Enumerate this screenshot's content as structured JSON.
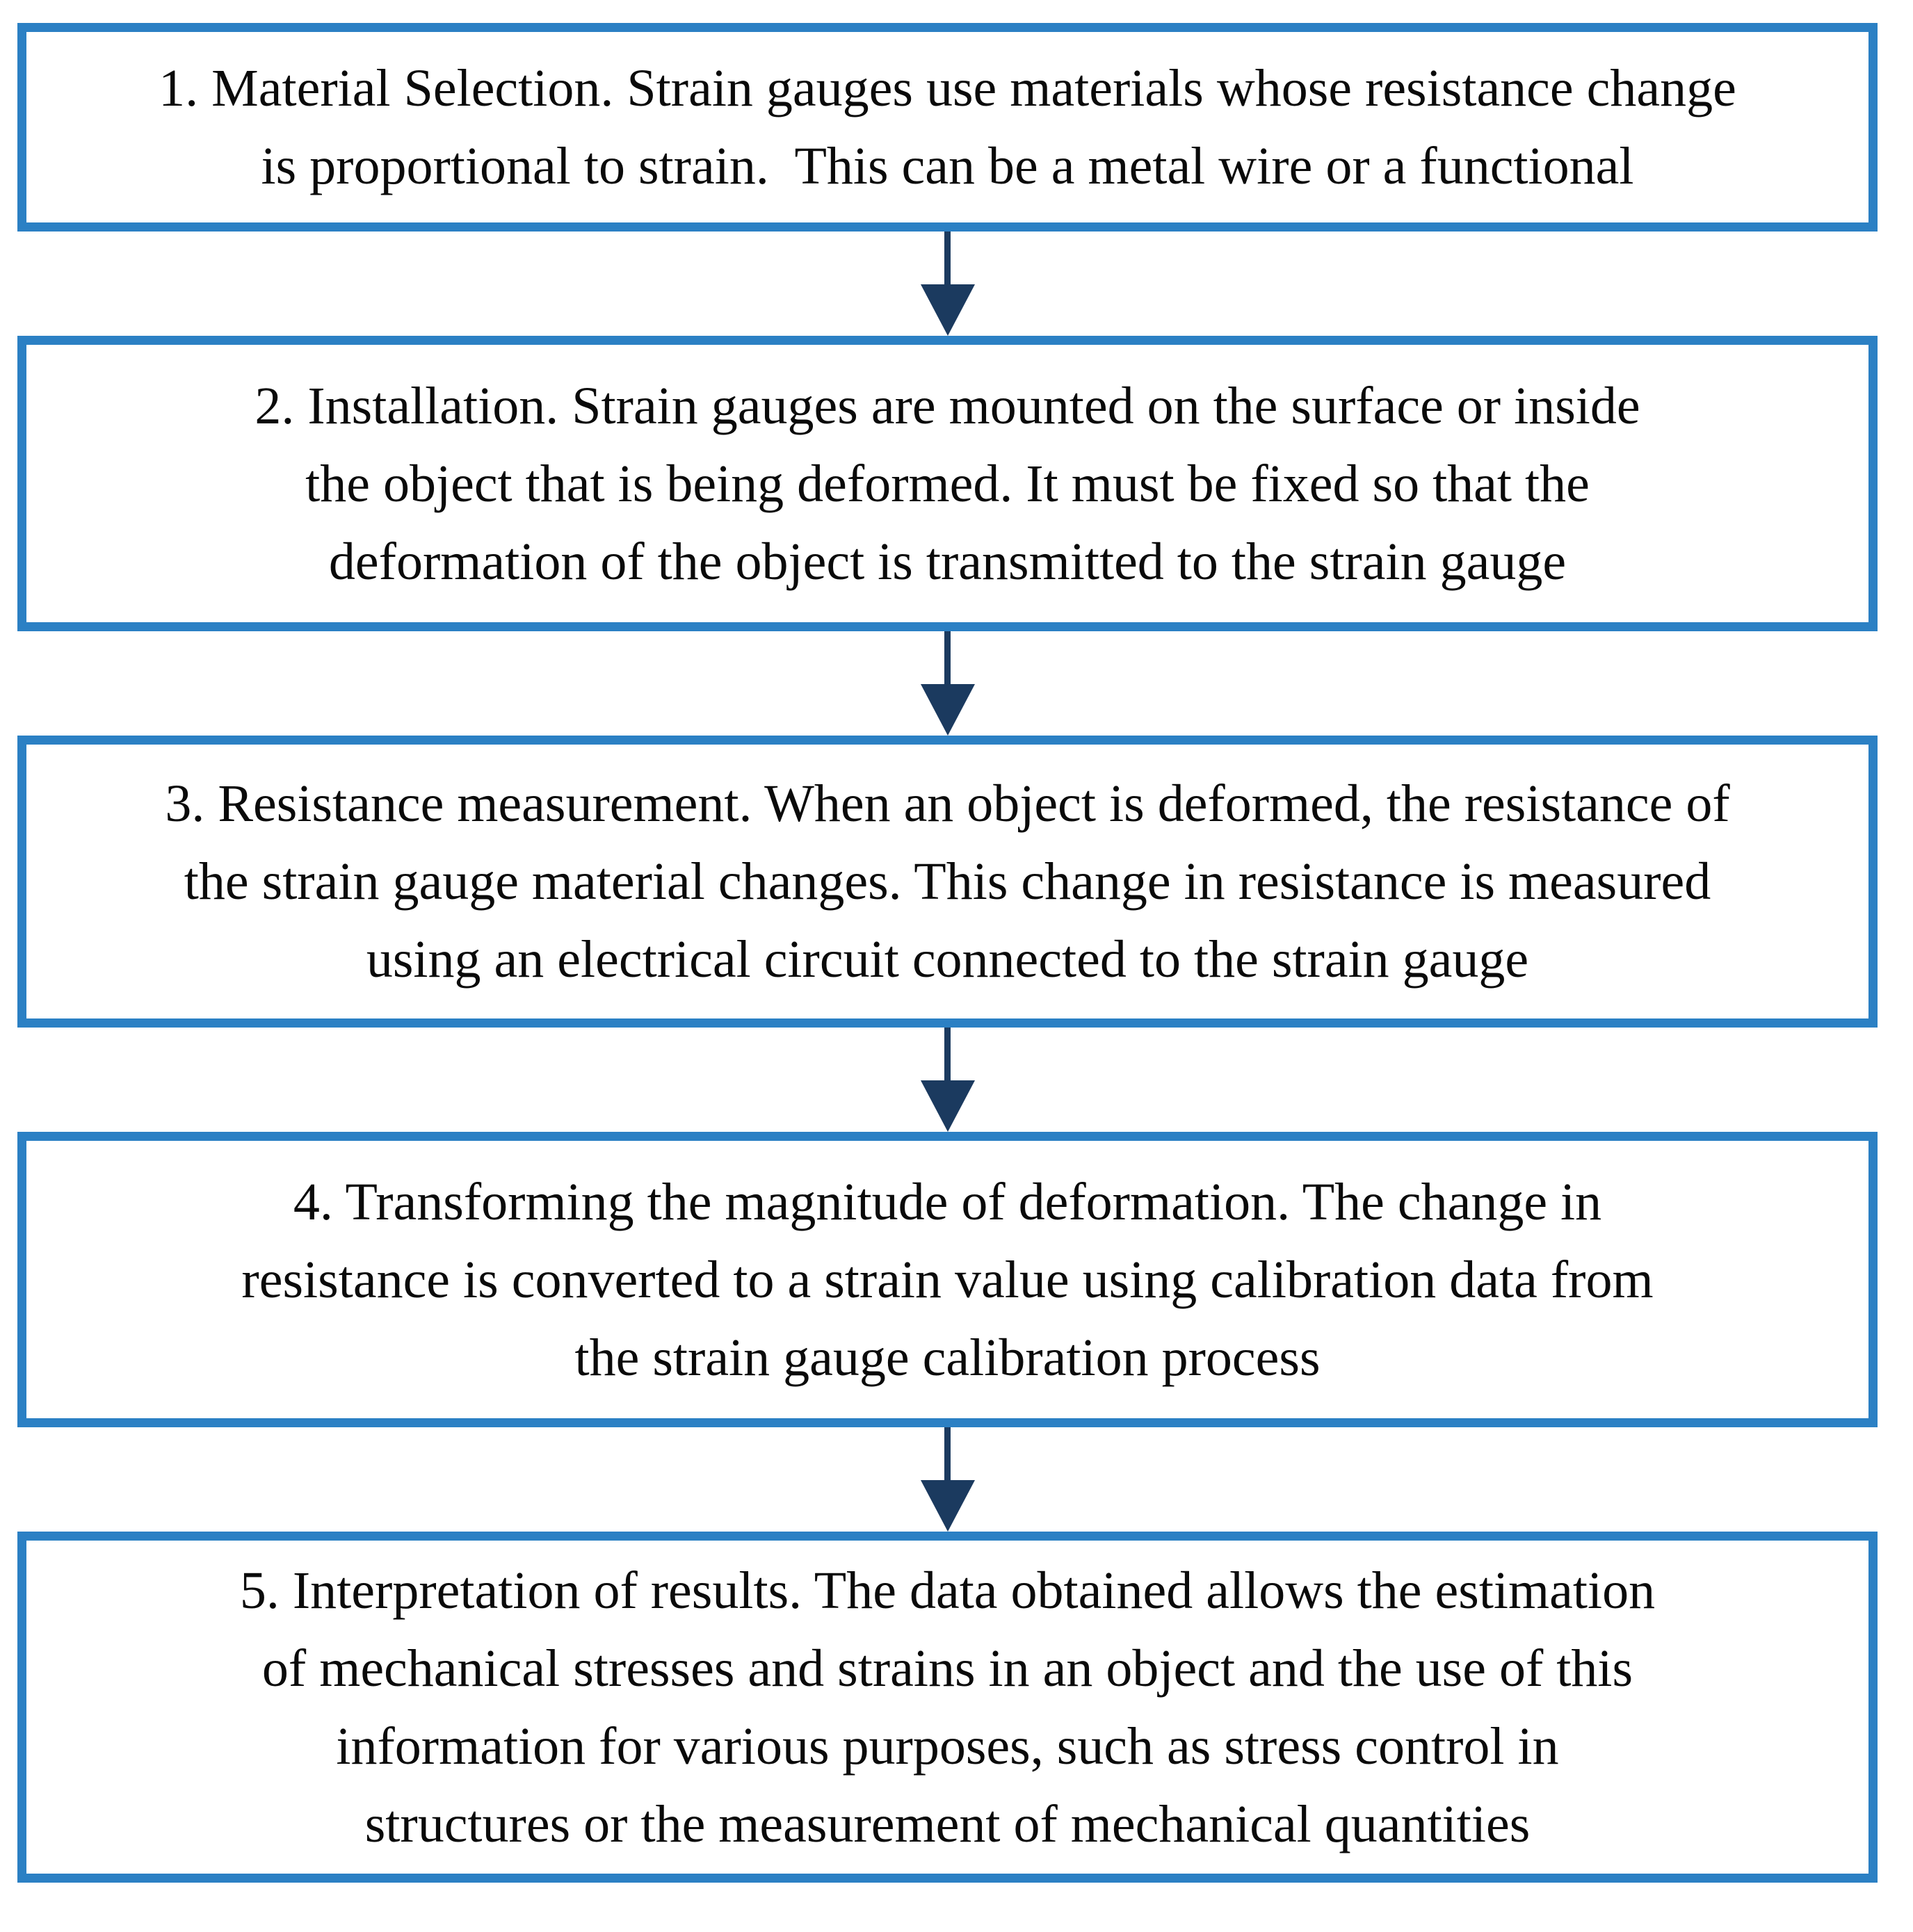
{
  "diagram": {
    "type": "flowchart",
    "direction": "top-to-bottom",
    "colors": {
      "box_border": "#2b80c4",
      "arrow": "#1b3a5f",
      "text": "#0a0a0a",
      "background": "#ffffff"
    },
    "boxes": [
      {
        "step": "1",
        "title": "Material Selection",
        "lines": [
          "1. Material Selection. Strain gauges use materials whose resistance change",
          "is proportional to strain.  This can be a metal wire or a functional"
        ]
      },
      {
        "step": "2",
        "title": "Installation",
        "lines": [
          "2. Installation. Strain gauges are mounted on the surface or inside",
          "the object that is being deformed. It must be fixed so that the",
          "deformation of the object is transmitted to the strain gauge"
        ]
      },
      {
        "step": "3",
        "title": "Resistance measurement",
        "lines": [
          "3. Resistance measurement. When an object is deformed, the resistance of",
          "the strain gauge material changes. This change in resistance is measured",
          "using an electrical circuit connected to the strain gauge"
        ]
      },
      {
        "step": "4",
        "title": "Transforming the magnitude of deformation",
        "lines": [
          "4. Transforming the magnitude of deformation. The change in",
          "resistance is converted to a strain value using calibration data from",
          "the strain gauge calibration process"
        ]
      },
      {
        "step": "5",
        "title": "Interpretation of results",
        "lines": [
          "5. Interpretation of results. The data obtained allows the estimation",
          "of mechanical stresses and strains in an object and the use of this",
          "information for various purposes, such as stress control in",
          "structures or the measurement of mechanical quantities"
        ]
      }
    ],
    "arrows": [
      {
        "icon": "down-arrow-icon",
        "direction": "down"
      },
      {
        "icon": "down-arrow-icon",
        "direction": "down"
      },
      {
        "icon": "down-arrow-icon",
        "direction": "down"
      },
      {
        "icon": "down-arrow-icon",
        "direction": "down"
      }
    ]
  }
}
